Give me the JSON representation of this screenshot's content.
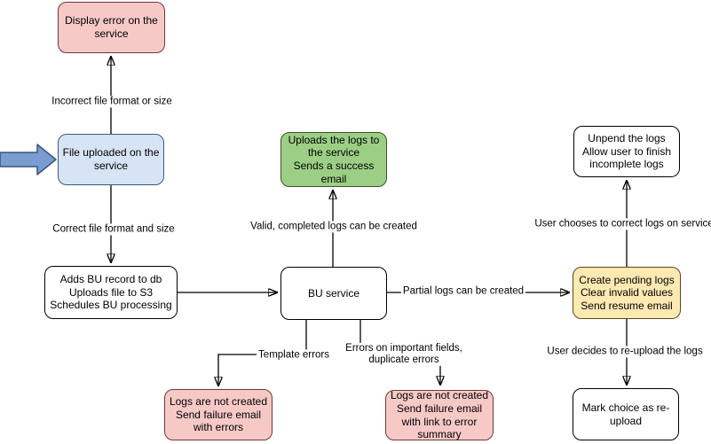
{
  "diagram_type": "flowchart",
  "nodes": {
    "display_error": {
      "label": "Display error on the\nservice",
      "color": "pink"
    },
    "file_uploaded": {
      "label": "File uploaded on the\nservice",
      "color": "blue"
    },
    "adds_bu": {
      "label": "Adds BU record to db\nUploads file to S3\nSchedules BU processing",
      "color": "white"
    },
    "bu_service": {
      "label": "BU service",
      "color": "white"
    },
    "uploads_logs": {
      "label": "Uploads the logs to\nthe service\nSends a success\nemail",
      "color": "green"
    },
    "pending_logs": {
      "label": "Create pending logs\nClear invalid values\nSend resume email",
      "color": "yellow"
    },
    "unpend_logs": {
      "label": "Unpend the logs\nAllow user to finish\nincomplete logs",
      "color": "white"
    },
    "mark_choice": {
      "label": "Mark choice as re-\nupload",
      "color": "white"
    },
    "logs_not_created_errors": {
      "label": "Logs are not created\nSend failure email\nwith errors",
      "color": "pink"
    },
    "logs_not_created_summary": {
      "label": "Logs are not created\nSend failure email\nwith link to error\nsummary",
      "color": "pink"
    }
  },
  "edge_labels": {
    "incorrect_file": "Incorrect file format or size",
    "correct_file": "Correct file format and size",
    "valid_completed": "Valid, completed logs can be created",
    "partial_logs": "Partial logs can be created",
    "user_corrects": "User chooses to correct logs on service",
    "user_reuploads": "User decides to re-upload the logs",
    "template_errors": "Template errors",
    "important_fields": "Errors on important fields,\nduplicate errors"
  },
  "icons": {
    "entry_arrow": "block-arrow-right-icon"
  },
  "colors": {
    "node_pink_fill": "#f6c9c7",
    "node_pink_stroke": "#6e3a36",
    "node_blue_fill": "#d6e4f6",
    "node_blue_stroke": "#3f5878",
    "node_green_fill": "#9ccf85",
    "node_green_stroke": "#3b5426",
    "node_yellow_fill": "#ffe9b3",
    "node_yellow_stroke": "#57491c",
    "node_white_fill": "#ffffff",
    "node_white_stroke": "#000000",
    "arrow_fill": "#7b9cd1",
    "arrow_stroke": "#3b5576",
    "line": "#000000"
  }
}
